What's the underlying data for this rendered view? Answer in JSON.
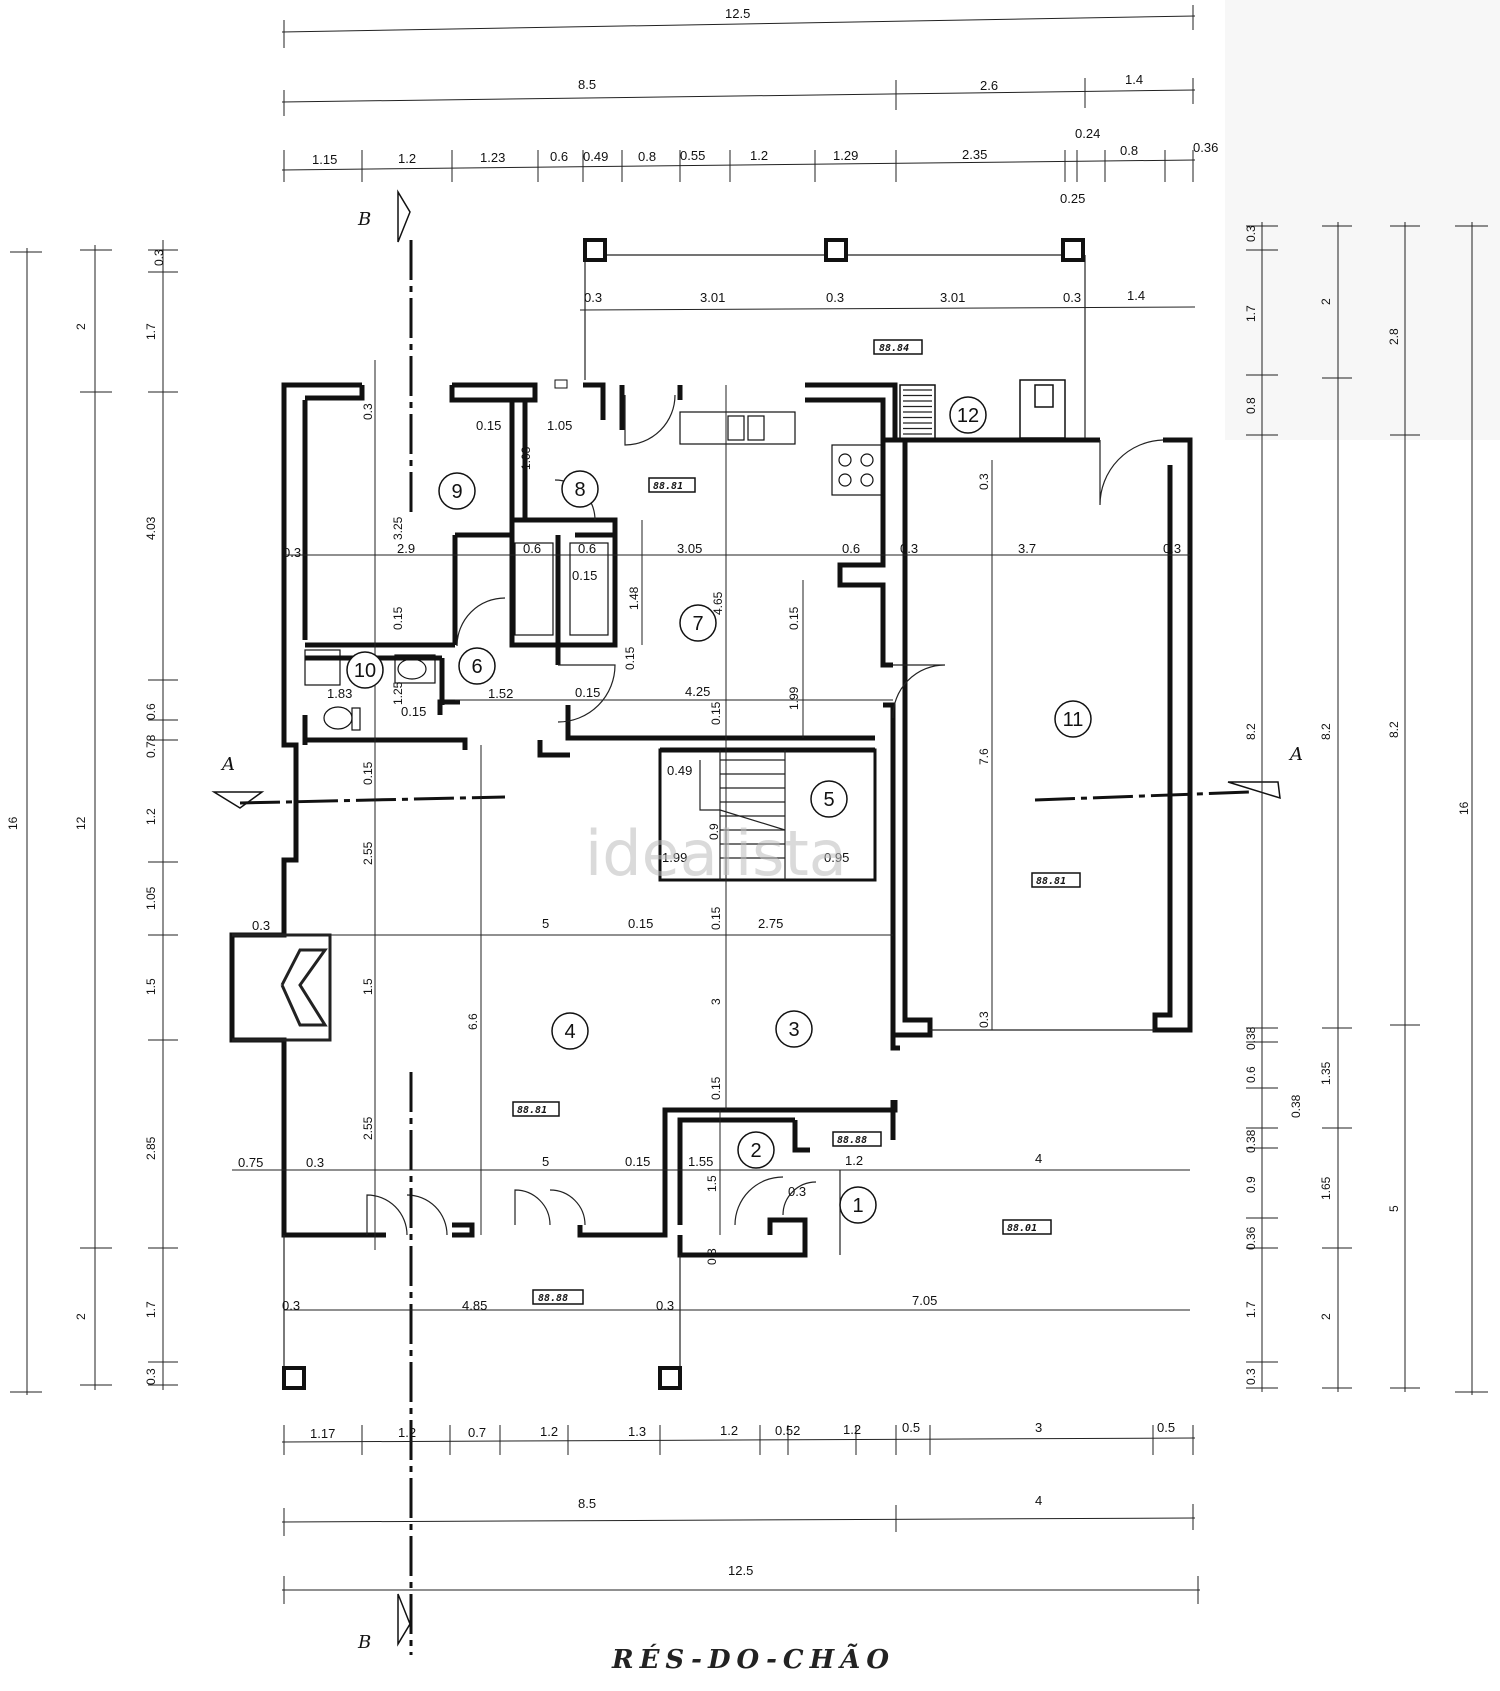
{
  "drawing": {
    "title": "RÉS-DO-CHÃO",
    "watermark": "idealista",
    "section_a": "A",
    "section_b": "B"
  },
  "dims": {
    "top_total": "12.5",
    "top_a": "8.5",
    "top_b": "2.6",
    "top_c": "1.4",
    "top_row": [
      "1.15",
      "1.2",
      "1.23",
      "0.6",
      "0.49",
      "0.8",
      "0.55",
      "1.2",
      "1.29",
      "2.35",
      "0.24",
      "0.8",
      "0.36"
    ],
    "top_025": "0.25",
    "terrace": [
      "0.3",
      "3.01",
      "0.3",
      "3.01",
      "0.3",
      "1.4"
    ],
    "bottom_row": [
      "1.17",
      "1.2",
      "0.7",
      "1.2",
      "1.3",
      "1.2",
      "0.52",
      "1.2",
      "0.5",
      "3",
      "0.5"
    ],
    "bottom_a": "8.5",
    "bottom_b": "4",
    "bottom_total": "12.5",
    "porch": [
      "0.3",
      "4.85",
      "0.3",
      "7.05"
    ],
    "left_total": "16",
    "left_outer": [
      "2",
      "12",
      "2"
    ],
    "left_inner": [
      "0.3",
      "1.7",
      "4.03",
      "0.6",
      "0.78",
      "1.2",
      "1.05",
      "1.5",
      "2.85",
      "1.7",
      "0.3"
    ],
    "right_total": "16",
    "right_outer": [
      "2.8",
      "8.2",
      "5"
    ],
    "right_mid": [
      "2",
      "8.2",
      "1.35",
      "1.65",
      "2"
    ],
    "right_inner": [
      "0.3",
      "1.7",
      "0.8",
      "8.2",
      "0.38",
      "0.6",
      "0.38",
      "0.38",
      "0.9",
      "0.36",
      "1.7",
      "0.3"
    ],
    "interior": [
      "0.15",
      "1.05",
      "1.03",
      "3.25",
      "0.3",
      "2.9",
      "0.6",
      "0.6",
      "0.15",
      "3.05",
      "4.65",
      "0.6",
      "0.3",
      "3.7",
      "0.3",
      "1.48",
      "0.15",
      "0.15",
      "0.15",
      "1.99",
      "1.83",
      "1.25",
      "1.52",
      "0.15",
      "4.25",
      "0.15",
      "0.15",
      "0.15",
      "7.6",
      "0.49",
      "0.9",
      "1.99",
      "0.95",
      "2.55",
      "0.3",
      "5",
      "0.15",
      "0.15",
      "2.75",
      "1.5",
      "6.6",
      "3",
      "0.15",
      "2.55",
      "0.75",
      "0.3",
      "5",
      "0.15",
      "1.55",
      "1.2",
      "4",
      "1.5",
      "0.3",
      "0.3",
      "0.3",
      "0.3",
      "0.3"
    ]
  },
  "rooms": [
    "1",
    "2",
    "3",
    "4",
    "5",
    "6",
    "7",
    "8",
    "9",
    "10",
    "11",
    "12"
  ],
  "areas": [
    "88.84",
    "88.81",
    "88.81",
    "88.88",
    "88.81",
    "88.01",
    "88.88"
  ]
}
